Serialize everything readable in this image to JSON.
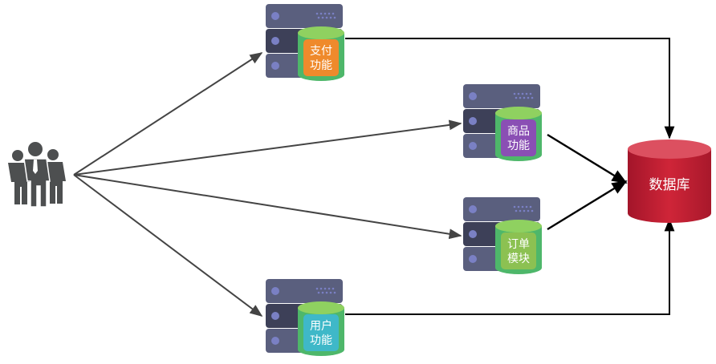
{
  "title": "Monolithic architecture: users → functional modules → database",
  "users": {
    "icon": "users-group-icon"
  },
  "modules": [
    {
      "id": "payment",
      "lines": [
        "支付",
        "功能"
      ],
      "label_color": "#ef8a2c"
    },
    {
      "id": "product",
      "lines": [
        "商品",
        "功能"
      ],
      "label_color": "#8a4fb4"
    },
    {
      "id": "order",
      "lines": [
        "订单",
        "模块"
      ],
      "label_color": "#8cc152"
    },
    {
      "id": "user",
      "lines": [
        "用户",
        "功能"
      ],
      "label_color": "#3fb8c8"
    }
  ],
  "database": {
    "label": "数据库",
    "color": "#c72033"
  },
  "colors": {
    "server": "#5a5f7e",
    "server_dark": "#3d4058",
    "server_led": "#7a80c4",
    "cylinder_top": "#8fd160",
    "cylinder_body": "#4eb76a",
    "arrow_user": "#444444",
    "arrow_db": "#000000"
  }
}
